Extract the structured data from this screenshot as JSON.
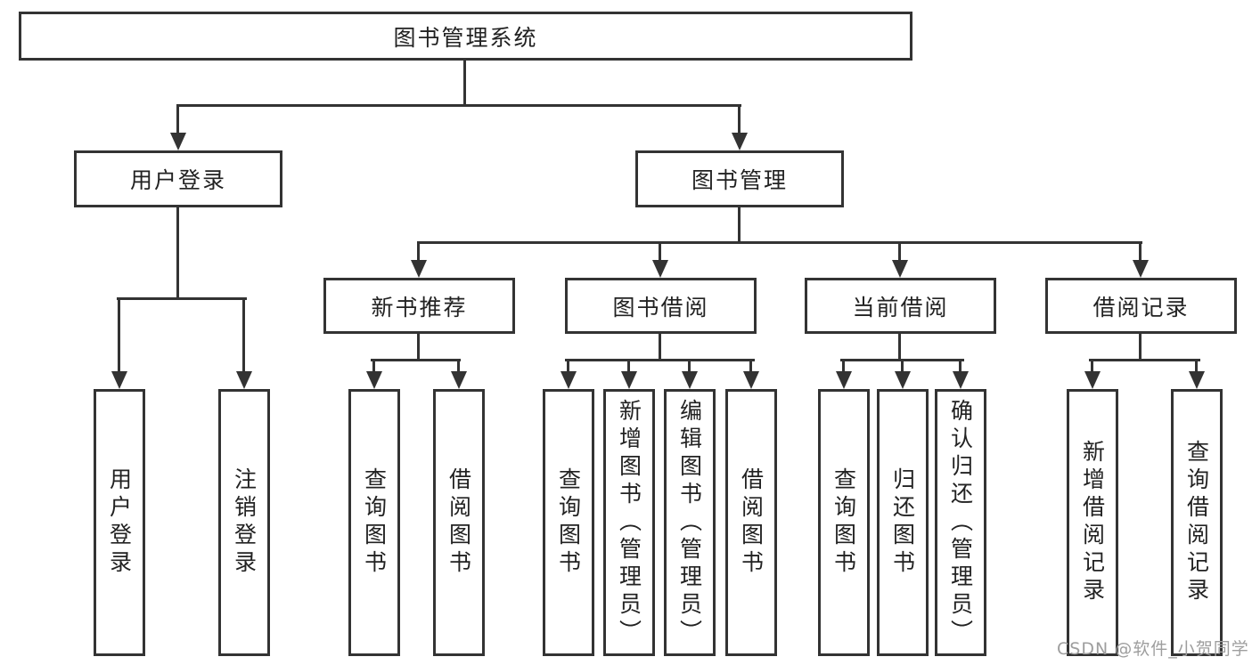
{
  "diagram": {
    "root": {
      "label": "图书管理系统"
    },
    "level2": [
      {
        "id": "user-login",
        "label": "用户登录",
        "children": [
          "用户登录",
          "注销登录"
        ]
      },
      {
        "id": "book-management",
        "label": "图书管理"
      }
    ],
    "level3": [
      {
        "id": "new-book-recommend",
        "label": "新书推荐",
        "children": [
          "查询图书",
          "借阅图书"
        ]
      },
      {
        "id": "book-borrow",
        "label": "图书借阅",
        "children": [
          "查询图书",
          "新增图书（管理员）",
          "编辑图书（管理员）",
          "借阅图书"
        ]
      },
      {
        "id": "current-borrow",
        "label": "当前借阅",
        "children": [
          "查询图书",
          "归还图书",
          "确认归还（管理员）"
        ]
      },
      {
        "id": "borrow-records",
        "label": "借阅记录",
        "children": [
          "新增借阅记录",
          "查询借阅记录"
        ]
      }
    ]
  },
  "watermark": {
    "text": "CSDN @软件_小贺同学"
  },
  "colors": {
    "line": "#333333",
    "box_border": "#333333",
    "box_fill": "#ffffff",
    "text": "#222222",
    "watermark_text": "#9e9e9e",
    "background": "#ffffff"
  }
}
